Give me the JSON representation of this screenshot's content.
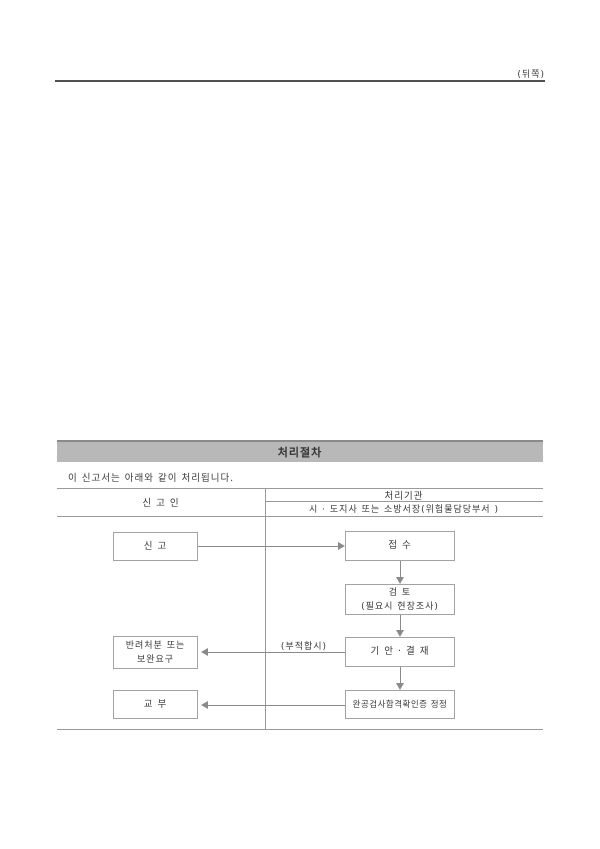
{
  "page": {
    "back_label": "(뒤쪽)"
  },
  "procedure": {
    "title": "처리절차",
    "note": "이 신고서는 아래와 같이 처리됩니다.",
    "table": {
      "applicant_header": "신 고 인",
      "agency_header": "처리기관",
      "agency_subheader": "시 · 도지사  또는 소방서장(위험물담당부서 )"
    },
    "flow": {
      "report": "신 고",
      "receipt": "접 수",
      "review_line1": "검 토",
      "review_line2": "(필요시 현장조사)",
      "draft_approval": "기 안 · 결 재",
      "certificate_correction": "완공검사합격확인증 정정",
      "rejection_line1": "반려처분 또는",
      "rejection_line2": "보완요구",
      "issuance": "교 부",
      "unfit_label": "(부적합시)"
    }
  },
  "colors": {
    "title_bar_bg": "#b8b8b8",
    "title_bar_top_edge": "#8a8a8a",
    "rule_line": "#9a9a9a",
    "arrow": "#8a8a8a",
    "text": "#3a3a3a"
  }
}
